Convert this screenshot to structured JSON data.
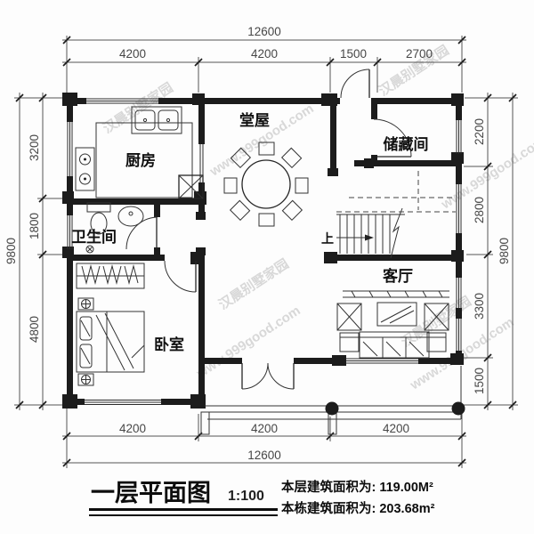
{
  "title_block": {
    "drawing_title": "一层平面图",
    "scale": "1:100",
    "area_lines": [
      "本层建筑面积为: 119.00M²",
      "本栋建筑面积为: 203.68m²"
    ]
  },
  "rooms": {
    "kitchen": "厨房",
    "hall": "堂屋",
    "storage": "储藏间",
    "bathroom": "卫生间",
    "living": "客厅",
    "bedroom": "卧室",
    "stair_up": "上"
  },
  "dimensions": {
    "top": {
      "overall": "12600",
      "segments": [
        "4200",
        "4200",
        "1500",
        "2700"
      ]
    },
    "bottom": {
      "overall": "12600",
      "segments": [
        "4200",
        "4200",
        "4200"
      ]
    },
    "left": {
      "overall": "9800",
      "segments": [
        "3200",
        "1800",
        "4800"
      ]
    },
    "right": {
      "overall": "9800",
      "segments": [
        "2200",
        "2800",
        "3300",
        "1500"
      ]
    }
  },
  "watermark": {
    "name": "汉晨别墅家园",
    "url": "www.999good.com"
  },
  "colors": {
    "wall": "#1c1c1c",
    "dim_text": "#474747",
    "watermark": "#c3c3c3"
  }
}
